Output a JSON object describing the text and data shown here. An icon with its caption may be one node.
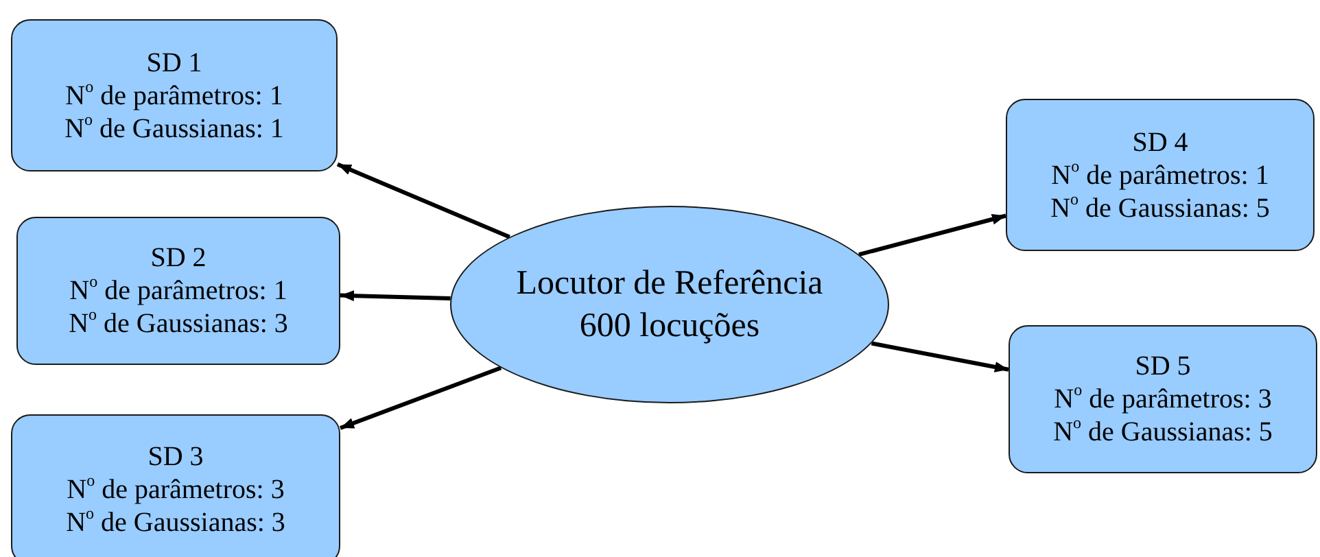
{
  "diagram": {
    "nodes": [
      {
        "text": [
          "SD 1",
          "N$^{o}$ de parâmetros: 1",
          "N$^{o}$ de Gaussianas: 1"
        ]
      },
      {
        "text": [
          "SD 2",
          "N$^{o}$ de parâmetros: 1",
          "N$^{o}$ de Gaussianas: 3"
        ]
      },
      {
        "text": [
          "SD 3",
          "N$^{o}$ de parâmetros: 3",
          "N$^{o}$ de Gaussianas: 3"
        ]
      },
      {
        "text": [
          "Locutor de Referência",
          "600 locuções"
        ]
      },
      {
        "text": [
          "SD 4",
          "N$^{o}$ de parâmetros: 1",
          "N$^{o}$ de Gaussianas: 5"
        ]
      },
      {
        "text": [
          "SD 5",
          "N$^{o}$ de parâmetros: 3",
          "N$^{o}$ de Gaussianas: 5"
        ]
      }
    ],
    "edges": [
      {
        "from": 3,
        "to": 0,
        "arrow": "to"
      },
      {
        "from": 3,
        "to": 1,
        "arrow": "to"
      },
      {
        "from": 3,
        "to": 2,
        "arrow": "to"
      },
      {
        "from": 3,
        "to": 4,
        "arrow": "to"
      },
      {
        "from": 3,
        "to": 5,
        "arrow": "to"
      }
    ]
  }
}
